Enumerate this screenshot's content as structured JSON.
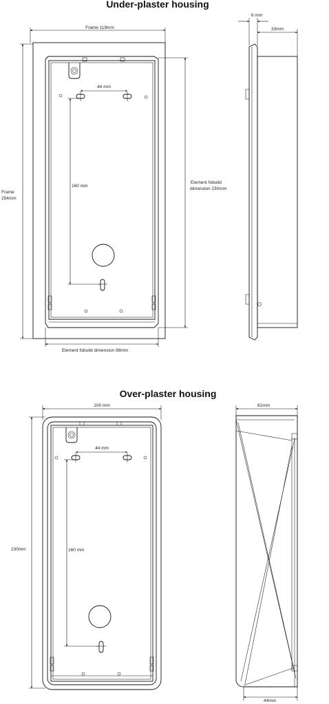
{
  "under_plaster": {
    "title": "Under-plaster housing",
    "frame_width": "Frame 119mm",
    "frame_height_1": "Frame",
    "frame_height_2": "254mm",
    "hole_spacing": "44 mm",
    "vertical_spacing": "160 mm",
    "element_height_1": "Element fobuild",
    "element_height_2": "dimension 230mm",
    "element_width": "Element fobuild dimension 98mm",
    "side_6": "6 mm",
    "side_33": "33mm"
  },
  "over_plaster": {
    "title": "Over-plaster housing",
    "width": "100 mm",
    "height": "230mm",
    "hole_spacing": "44 mm",
    "vertical_spacing": "160 mm",
    "side_depth": "61mm",
    "side_bottom": "44mm"
  }
}
